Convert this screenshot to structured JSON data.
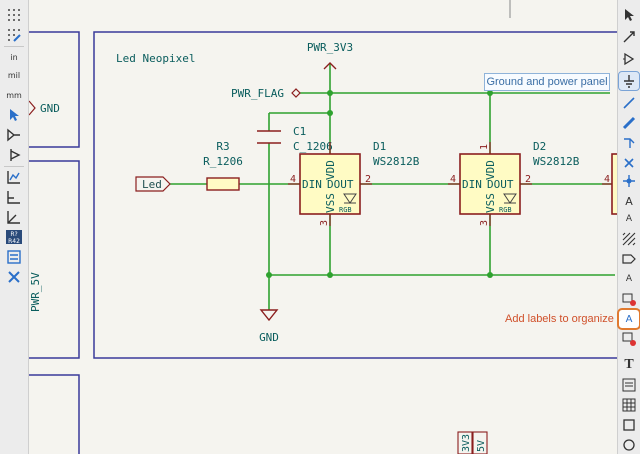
{
  "left_toolbar": [
    {
      "icon": "grid-icon"
    },
    {
      "icon": "grid-toggle-icon"
    },
    {
      "icon": "units-in-icon",
      "label": "in"
    },
    {
      "icon": "units-mil-icon",
      "label": "mil"
    },
    {
      "icon": "units-mm-icon",
      "label": "mm"
    },
    {
      "icon": "cursor-icon"
    },
    {
      "icon": "hierarchy-icon"
    },
    {
      "icon": "pin-icon"
    },
    {
      "icon": "graph-icon"
    },
    {
      "icon": "plot-icon"
    },
    {
      "icon": "angle-icon"
    },
    {
      "icon": "bus-ref-icon",
      "label": "R?\nR42"
    },
    {
      "icon": "properties-icon"
    },
    {
      "icon": "tools-icon"
    }
  ],
  "right_toolbar": [
    {
      "icon": "select-arrow-icon"
    },
    {
      "icon": "highlight-net-icon"
    },
    {
      "icon": "add-symbol-icon"
    },
    {
      "icon": "add-power-icon"
    },
    {
      "icon": "add-wire-icon"
    },
    {
      "icon": "add-bus-icon"
    },
    {
      "icon": "bus-entry-icon"
    },
    {
      "icon": "no-connect-icon"
    },
    {
      "icon": "junction-icon"
    },
    {
      "icon": "label-icon",
      "label": "A"
    },
    {
      "icon": "netclass-icon",
      "label": "A"
    },
    {
      "icon": "hatch-icon"
    },
    {
      "icon": "global-label-icon"
    },
    {
      "icon": "hier-label-icon",
      "label": "A"
    },
    {
      "icon": "sheet-pin-icon"
    },
    {
      "icon": "import-sheet-icon"
    },
    {
      "icon": "add-label-icon",
      "label": "A"
    },
    {
      "icon": "delete-label-icon"
    },
    {
      "icon": "text-icon",
      "label": "T"
    },
    {
      "icon": "textbox-icon"
    },
    {
      "icon": "table-icon"
    },
    {
      "icon": "rectangle-icon"
    },
    {
      "icon": "circle-icon"
    }
  ],
  "hints": {
    "ground_power_panel": "Ground and power panel",
    "add_labels": "Add labels to organize"
  },
  "schematic": {
    "sheet_title": "Led Neopixel",
    "left_label_gnd": "GND",
    "left_label_pwr5v": "PWR_5V",
    "pwr_3v3": "PWR_3V3",
    "pwr_flag": "PWR_FLAG",
    "gnd": "GND",
    "led_label": "Led",
    "r3_ref": "R3",
    "r3_value": "R_1206",
    "c1_ref": "C1",
    "c1_value": "C_1206",
    "d1_ref": "D1",
    "d1_value": "WS2812B",
    "d2_ref": "D2",
    "d2_value": "WS2812B",
    "pin_din": "DIN",
    "pin_dout": "DOUT",
    "pin_vdd": "VDD",
    "pin_vss": "VSS",
    "rgb": "RGB",
    "pin_1": "1",
    "pin_2": "2",
    "pin_3": "3",
    "pin_4": "4",
    "bottom_3v3": "3V3",
    "bottom_5v": "5V"
  },
  "colors": {
    "wire": "#2fa22f",
    "sheet_border": "#3a3a9a",
    "symbol_body": "#8b1e1e",
    "symbol_fill": "#fffbc4",
    "text": "#0a5d5d",
    "label": "#1f4f4f"
  }
}
